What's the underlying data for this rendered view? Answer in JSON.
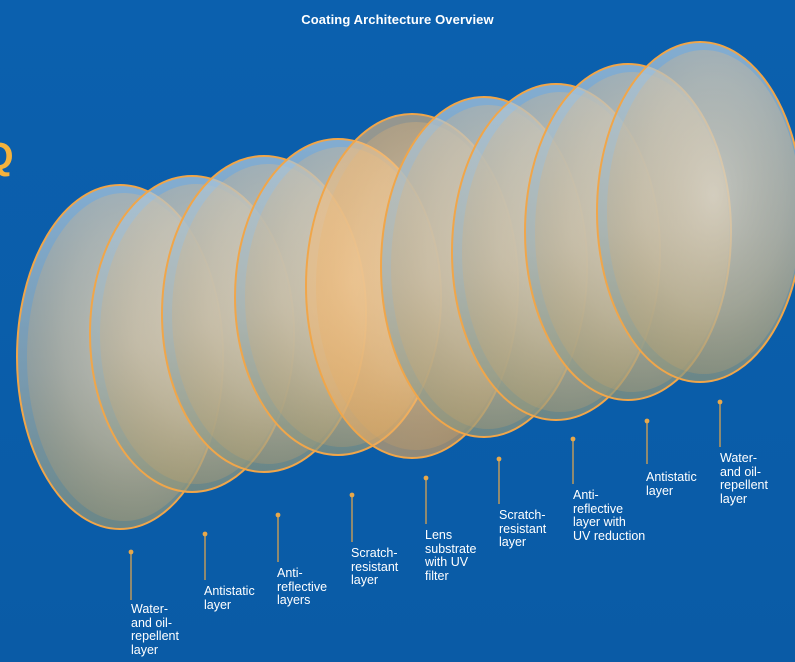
{
  "title": "Coating Architecture Overview",
  "logo_fragment": "Q",
  "colors": {
    "background": "#0a5fad",
    "lens_edge": "#f0a64a",
    "leader_line": "#e8a84a",
    "lens_gradient_top": "#a6c4dc",
    "lens_gradient_bottom": "#8c9780",
    "lens_tint": "#f7c98a"
  },
  "layers": [
    {
      "label": "Water-\nand oil-\nrepellent\nlayer"
    },
    {
      "label": "Antistatic\nlayer"
    },
    {
      "label": "Anti-\nreflective\nlayers"
    },
    {
      "label": "Scratch-\nresistant\nlayer"
    },
    {
      "label": "Lens\nsubstrate\nwith UV\nfilter"
    },
    {
      "label": "Scratch-\nresistant\nlayer"
    },
    {
      "label": "Anti-\nreflective\nlayer with\nUV reduction"
    },
    {
      "label": "Antistatic\nlayer"
    },
    {
      "label": "Water-\nand oil-\nrepellent\nlayer"
    }
  ]
}
